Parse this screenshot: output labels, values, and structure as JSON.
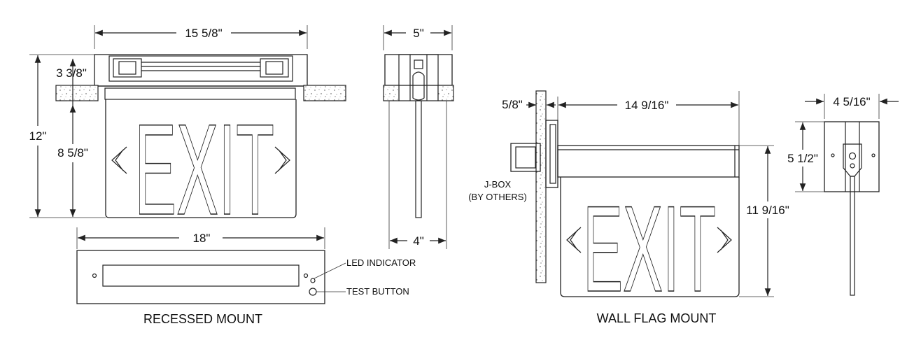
{
  "colors": {
    "line": "#222222",
    "background": "#ffffff"
  },
  "recessed": {
    "dim_width_top": "15 5/8\"",
    "dim_depth_top": "5\"",
    "dim_3_3_8": "3 3/8\"",
    "dim_12": "12\"",
    "dim_8_5_8": "8 5/8\"",
    "dim_18": "18\"",
    "dim_4": "4\"",
    "sign_text": "EXIT",
    "led_label": "LED INDICATOR",
    "test_label": "TEST BUTTON",
    "caption": "RECESSED MOUNT"
  },
  "wall": {
    "dim_5_8": "5/8\"",
    "dim_width": "14 9/16\"",
    "dim_depth": "4 5/16\"",
    "dim_5_1_2": "5 1/2\"",
    "dim_height": "11 9/16\"",
    "jbox_line1": "J-BOX",
    "jbox_line2": "(BY OTHERS)",
    "sign_text": "EXIT",
    "caption": "WALL FLAG MOUNT"
  }
}
